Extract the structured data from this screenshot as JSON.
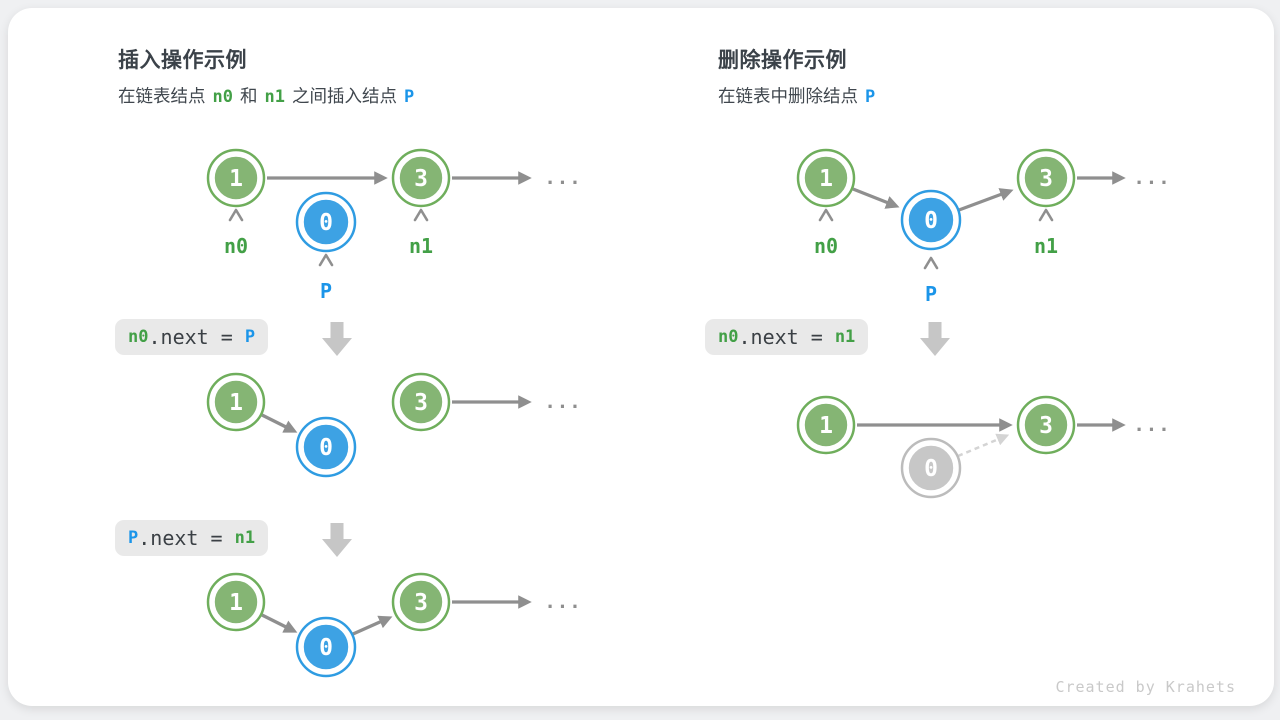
{
  "colors": {
    "page_bg": "#eff0f2",
    "card_bg": "#ffffff",
    "heading": "#3b4249",
    "body_text": "#40474e",
    "green_fill": "#85b574",
    "green_ring": "#6fae5c",
    "blue_fill": "#3da2e4",
    "blue_ring": "#2f9ce2",
    "gray_fill": "#c7c7c7",
    "gray_ring": "#bcbcbc",
    "green_token": "#43a047",
    "blue_token": "#1b95e9",
    "arrow_gray": "#8f8f8f",
    "arrow_light": "#d4d4d4",
    "block_arrow": "#c6c6c6",
    "code_bg": "#e9e9e9",
    "code_text": "#3b4045",
    "node_text": "#ffffff",
    "credit_text": "#c9c9c9"
  },
  "insert": {
    "title": "插入操作示例",
    "subtitle_pre": "在链表结点",
    "token_n0": "n0",
    "subtitle_mid": "和",
    "token_n1": "n1",
    "subtitle_post": "之间插入结点",
    "token_p": "P",
    "code1": {
      "a": "n0",
      "b": ".next = ",
      "c": "P"
    },
    "code2": {
      "a": "P",
      "b": ".next = ",
      "c": "n1"
    }
  },
  "delete": {
    "title": "删除操作示例",
    "subtitle_pre": "在链表中删除结点",
    "token_p": "P",
    "code1": {
      "a": "n0",
      "b": ".next = ",
      "c": "n1"
    }
  },
  "values": {
    "one": "1",
    "zero": "0",
    "three": "3"
  },
  "labels": {
    "n0": "n0",
    "n1": "n1",
    "p": "P"
  },
  "ellipsis": "...",
  "credit": "Created by Krahets"
}
